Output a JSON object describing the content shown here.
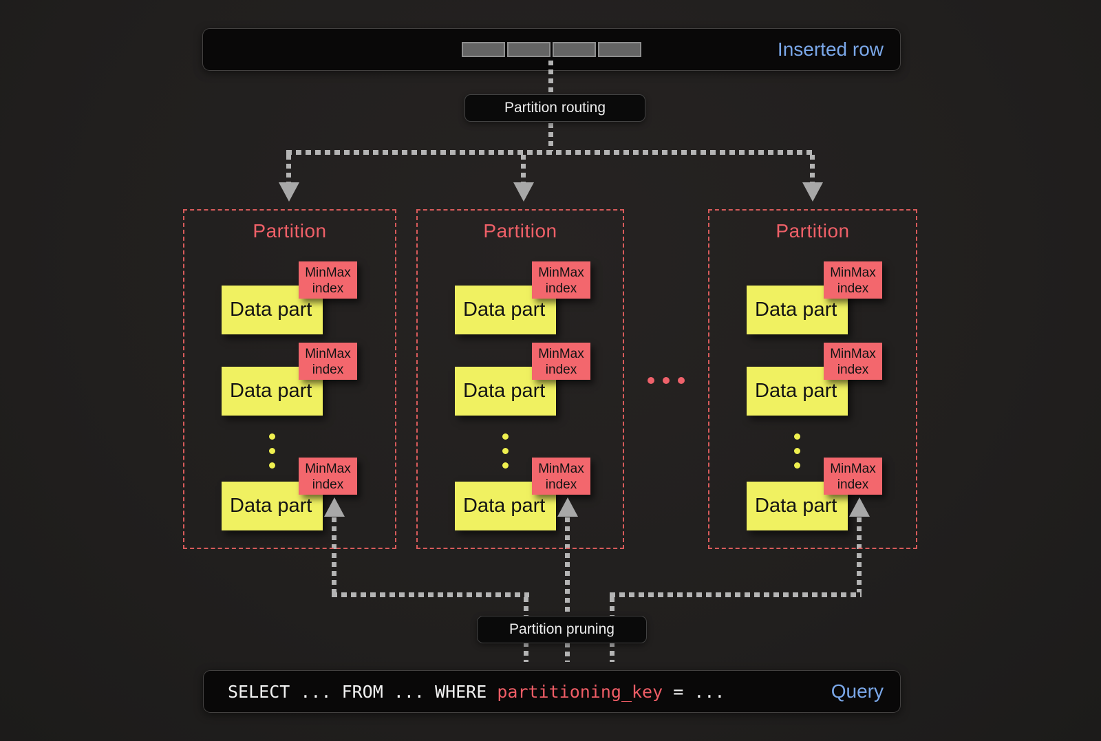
{
  "inserted_row_panel": {
    "label": "Inserted row",
    "cell_count": 4
  },
  "routing_chip": {
    "label": "Partition routing"
  },
  "pruning_chip": {
    "label": "Partition pruning"
  },
  "partitions": [
    {
      "title": "Partition",
      "parts": [
        "Data part",
        "Data part",
        "Data part"
      ]
    },
    {
      "title": "Partition",
      "parts": [
        "Data part",
        "Data part",
        "Data part"
      ]
    },
    {
      "title": "Partition",
      "parts": [
        "Data part",
        "Data part",
        "Data part"
      ]
    }
  ],
  "minmax_tag": {
    "line1": "MinMax",
    "line2": "index"
  },
  "query_panel": {
    "code_prefix": "SELECT ... FROM ... WHERE ",
    "code_highlight": "partitioning_key",
    "code_suffix": " = ...",
    "label": "Query"
  },
  "colors": {
    "background": "#211f1e",
    "panel_bg": "#090808",
    "accent_blue": "#7aa7e8",
    "accent_red": "#ef5d66",
    "partition_border_red": "#d85b5b",
    "data_part_yellow": "#f0f161",
    "minmax_red": "#f3676d",
    "line_gray": "#b4b4b4",
    "cell_gray": "#646464"
  }
}
